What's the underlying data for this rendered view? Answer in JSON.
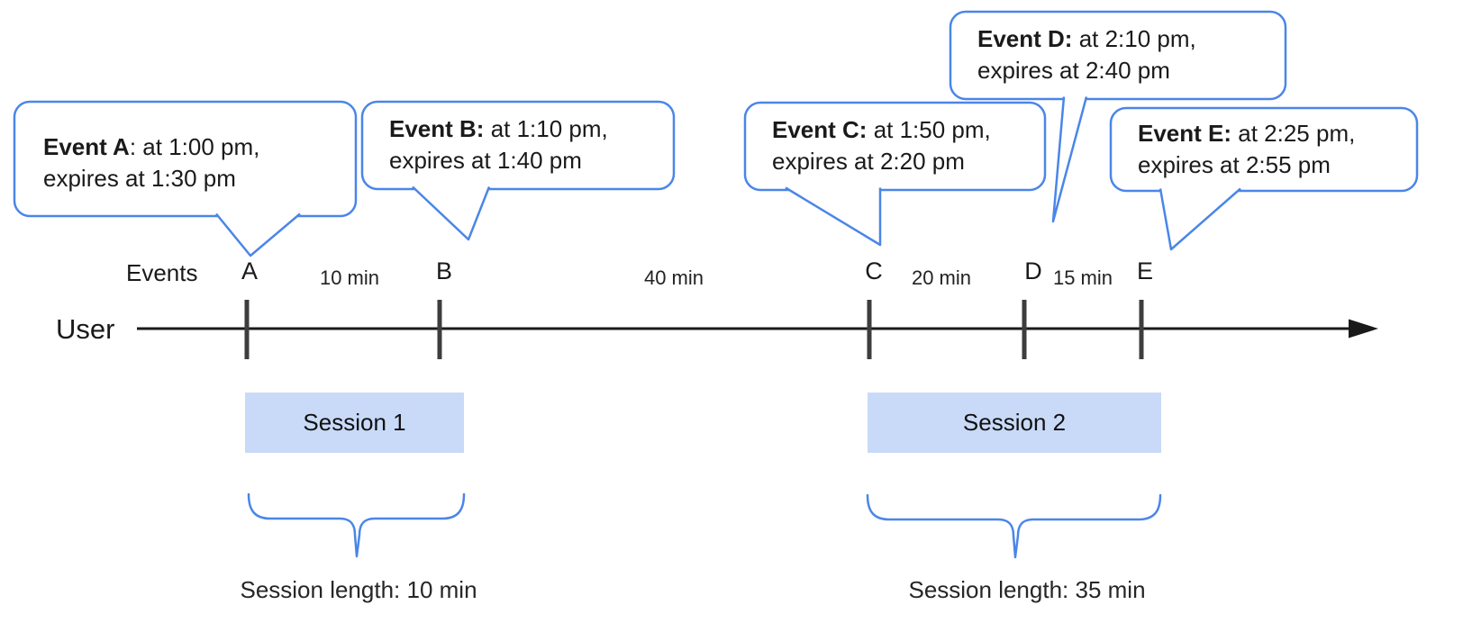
{
  "diagram": {
    "axis": {
      "events_label": "Events",
      "user_label": "User"
    },
    "events": [
      {
        "id": "A",
        "tick_label": "A",
        "bubble_bold": "Event A",
        "bubble_rest": ": at 1:00 pm,",
        "bubble_line2": "expires at 1:30 pm"
      },
      {
        "id": "B",
        "tick_label": "B",
        "bubble_bold": "Event B:",
        "bubble_rest": " at 1:10 pm,",
        "bubble_line2": "expires at 1:40 pm"
      },
      {
        "id": "C",
        "tick_label": "C",
        "bubble_bold": "Event C:",
        "bubble_rest": " at 1:50 pm,",
        "bubble_line2": "expires at 2:20 pm"
      },
      {
        "id": "D",
        "tick_label": "D",
        "bubble_bold": "Event D:",
        "bubble_rest": " at 2:10 pm,",
        "bubble_line2": "expires at 2:40 pm"
      },
      {
        "id": "E",
        "tick_label": "E",
        "bubble_bold": "Event E:",
        "bubble_rest": " at 2:25 pm,",
        "bubble_line2": "expires at 2:55 pm"
      }
    ],
    "intervals": [
      {
        "between": "A-B",
        "label": "10 min"
      },
      {
        "between": "B-C",
        "label": "40 min"
      },
      {
        "between": "C-D",
        "label": "20 min"
      },
      {
        "between": "D-E",
        "label": "15 min"
      }
    ],
    "sessions": [
      {
        "box_label": "Session 1",
        "length_label": "Session length: 10 min"
      },
      {
        "box_label": "Session 2",
        "length_label": "Session length: 35 min"
      }
    ],
    "colors": {
      "accent_blue": "#4a86e8",
      "session_fill": "#c9daf8",
      "tick_gray": "#3d3d3d",
      "line_black": "#1a1a1a"
    }
  }
}
